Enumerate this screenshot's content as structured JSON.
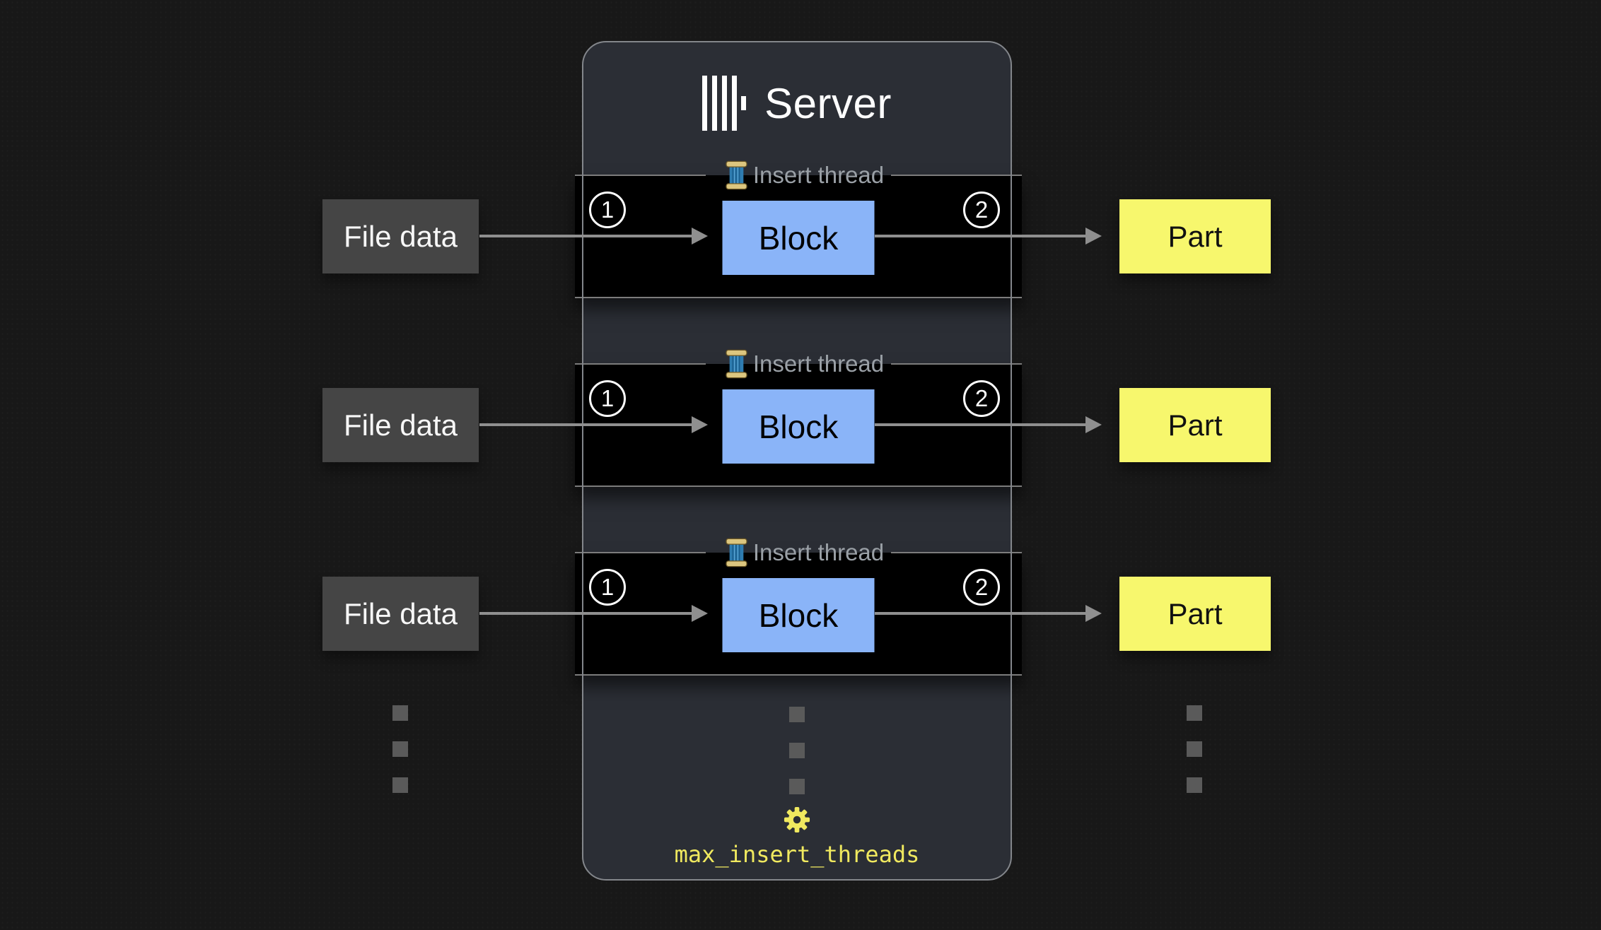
{
  "server": {
    "title": "Server",
    "logo_icon": "clickhouse-logo-icon",
    "setting": {
      "icon": "gear-icon",
      "label": "max_insert_threads"
    }
  },
  "threads": [
    {
      "icon": "thread-spool-icon",
      "label": "Insert thread",
      "step_in": "1",
      "step_out": "2",
      "block": "Block"
    },
    {
      "icon": "thread-spool-icon",
      "label": "Insert thread",
      "step_in": "1",
      "step_out": "2",
      "block": "Block"
    },
    {
      "icon": "thread-spool-icon",
      "label": "Insert thread",
      "step_in": "1",
      "step_out": "2",
      "block": "Block"
    }
  ],
  "inputs": [
    {
      "label": "File data"
    },
    {
      "label": "File data"
    },
    {
      "label": "File data"
    }
  ],
  "outputs": [
    {
      "label": "Part"
    },
    {
      "label": "Part"
    },
    {
      "label": "Part"
    }
  ],
  "colors": {
    "background": "#181818",
    "server_panel": "#2b2e35",
    "panel_border": "#83868b",
    "thread_band": "#000000",
    "band_line": "#7c7c7c",
    "block_blue": "#8ab4f8",
    "file_gray": "#454545",
    "part_yellow": "#f7f76d",
    "arrow_gray": "#8f8f8f",
    "label_gray": "#9aa0a6",
    "accent_yellow": "#f0e95f",
    "dot_gray": "#5a5a5a"
  }
}
